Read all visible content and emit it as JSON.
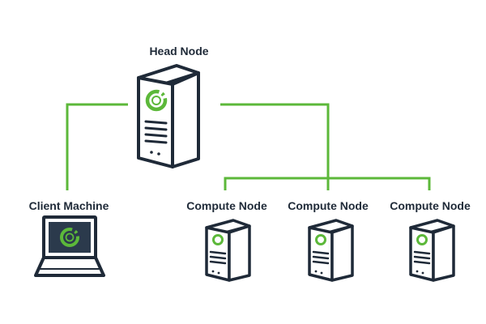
{
  "colors": {
    "outline": "#1f2a38",
    "connector": "#5cb83a",
    "accent": "#5cb83a",
    "screen": "#2b3a4c",
    "background": "#ffffff"
  },
  "nodes": {
    "head": {
      "label": "Head Node",
      "icon": "server-tower-icon"
    },
    "client": {
      "label": "Client Machine",
      "icon": "laptop-icon"
    },
    "compute": [
      {
        "label": "Compute Node",
        "icon": "server-tower-icon"
      },
      {
        "label": "Compute Node",
        "icon": "server-tower-icon"
      },
      {
        "label": "Compute Node",
        "icon": "server-tower-icon"
      }
    ]
  },
  "connections": [
    [
      "head",
      "client"
    ],
    [
      "head",
      "compute"
    ]
  ]
}
